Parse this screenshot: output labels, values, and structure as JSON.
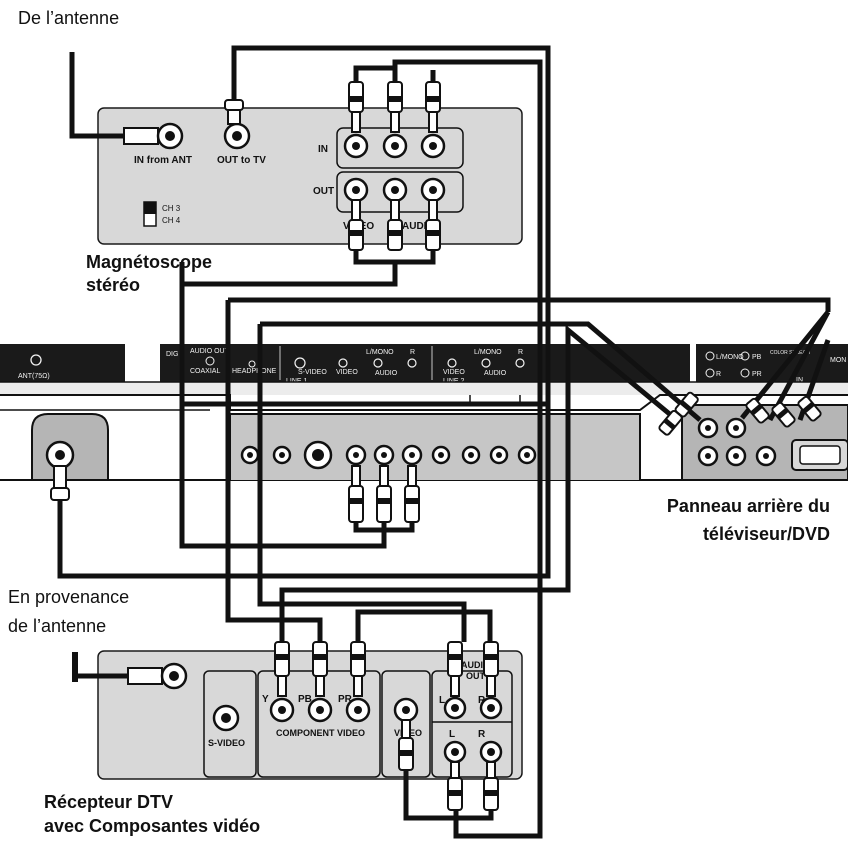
{
  "captions": {
    "antenna_top": "De l’antenne",
    "vcr_line1": "Magnétoscope",
    "vcr_line2": "stéréo",
    "tv_line1": "Panneau arrière du",
    "tv_line2": "téléviseur/DVD",
    "antenna_bottom_line1": "En provenance",
    "antenna_bottom_line2": "de l’antenne",
    "dtv_line1": "Récepteur DTV",
    "dtv_line2": "avec Composantes vidéo"
  },
  "vcr_panel": {
    "in_from_ant": "IN from ANT",
    "out_to_tv": "OUT to TV",
    "in": "IN",
    "out": "OUT",
    "ch3": "CH 3",
    "ch4": "CH 4",
    "video": "VIDEO",
    "audio": "AUDIO"
  },
  "tv_strip": {
    "ant": "ANT(75Ω)",
    "dig": "DIG",
    "audio_out": "AUDIO OUT",
    "coaxial": "COAXIAL",
    "headphone": "HEADPHONE",
    "s_video": "S-VIDEO",
    "video1": "VIDEO",
    "l_mono1": "L/MONO",
    "r1": "R",
    "audio1": "AUDIO",
    "line1": "LINE 1",
    "video2": "VIDEO",
    "l_mono2": "L/MONO",
    "r2": "R",
    "audio2": "AUDIO",
    "line2": "LINE 2",
    "l_mono3": "L/MONO",
    "pb": "PB",
    "r3": "R",
    "pr": "PR",
    "color_stream": "COLOR STREAM",
    "in": "IN",
    "mon": "MON"
  },
  "dtv_panel": {
    "s_video": "S-VIDEO",
    "y": "Y",
    "pb": "PB",
    "pr": "PR",
    "component_video": "COMPONENT VIDEO",
    "video": "VIDEO",
    "audio": "AUDIO",
    "out": "OUT",
    "l_top": "L",
    "r_top": "R",
    "l_bottom": "L",
    "r_bottom": "R"
  }
}
